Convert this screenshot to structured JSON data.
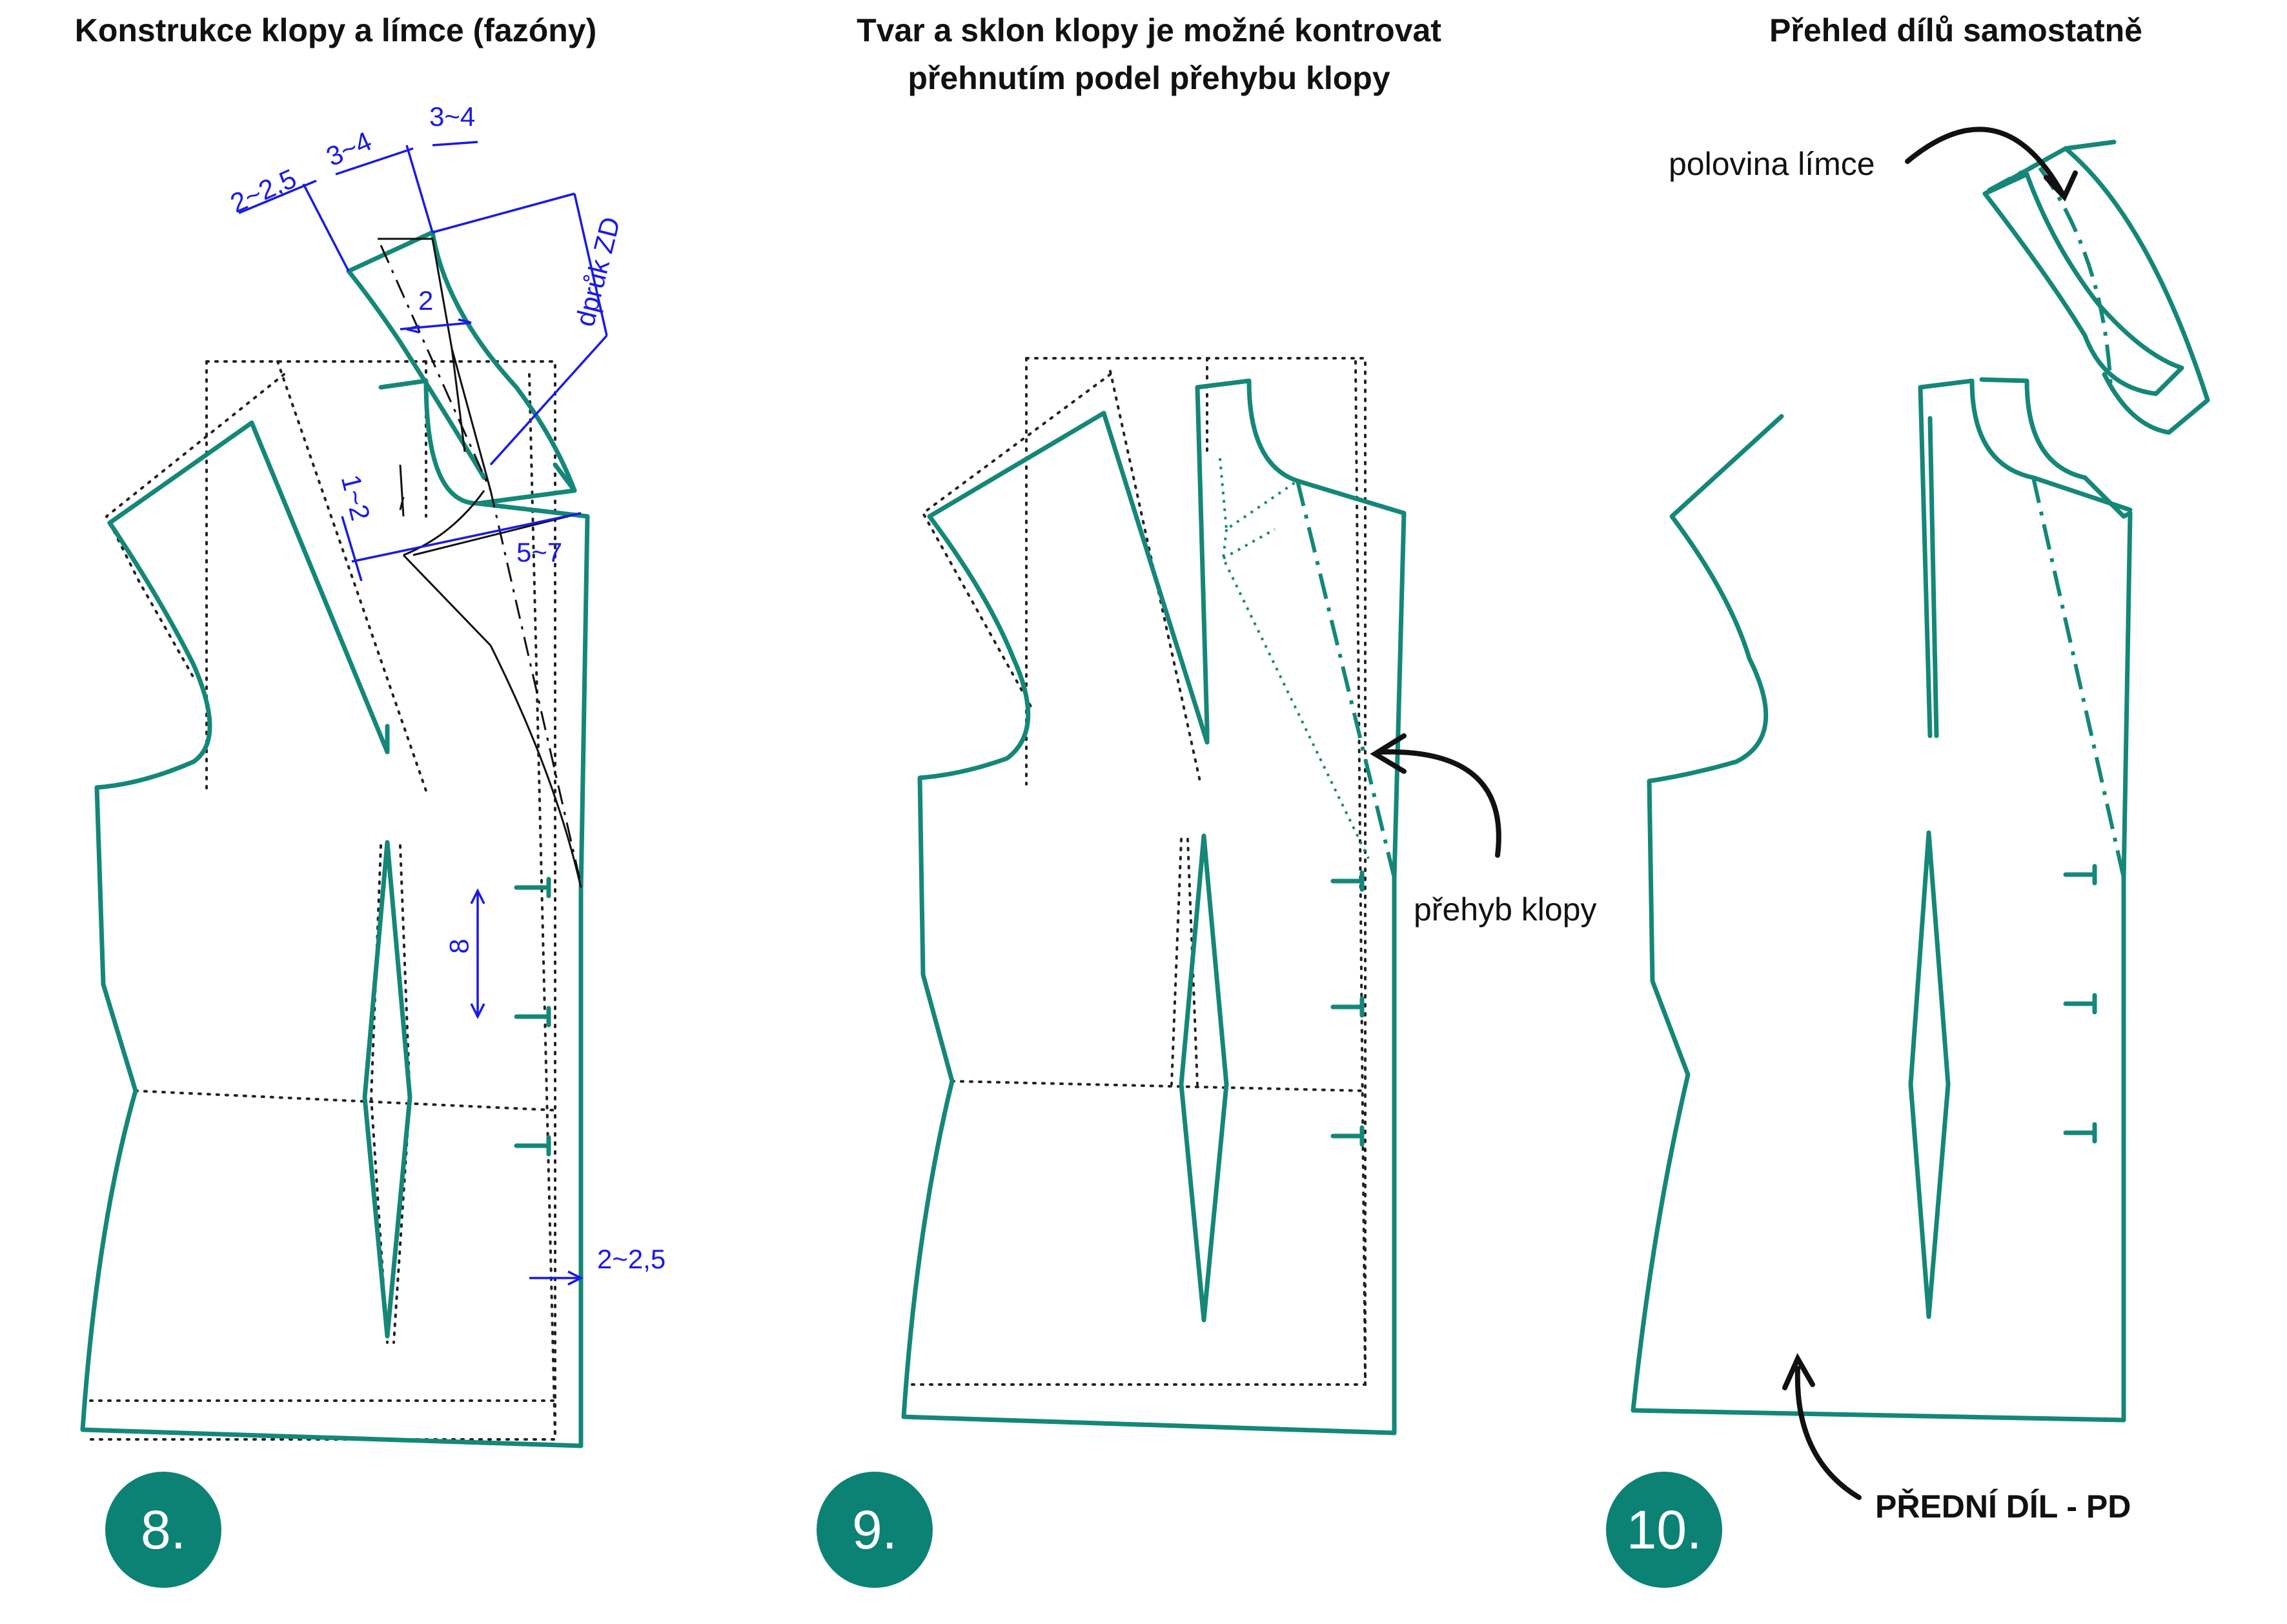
{
  "titles": {
    "panel8": "Konstrukce klopy a límce (fazóny)",
    "panel9_line1": "Tvar a sklon klopy je možné kontrovat",
    "panel9_line2": "přehnutím podel přehybu klopy",
    "panel10": "Přehled dílů samostatně"
  },
  "dimensions": {
    "collar_width": "2~2,5",
    "collar_offset": "3~4",
    "top_offset": "3~4",
    "armhole_depth": "dprůk ZD",
    "small_2": "2",
    "neck_drop": "1~2",
    "lapel_step": "5~7",
    "button_spacing": "8",
    "extension": "2~2,5"
  },
  "labels": {
    "fold_line": "přehyb klopy",
    "half_collar": "polovina límce",
    "front_piece": "PŘEDNÍ DÍL - PD"
  },
  "steps": [
    "8.",
    "9.",
    "10."
  ],
  "colors": {
    "pattern_line": "#148778",
    "dimension": "#1a1ae6",
    "badge": "#0c8275"
  }
}
